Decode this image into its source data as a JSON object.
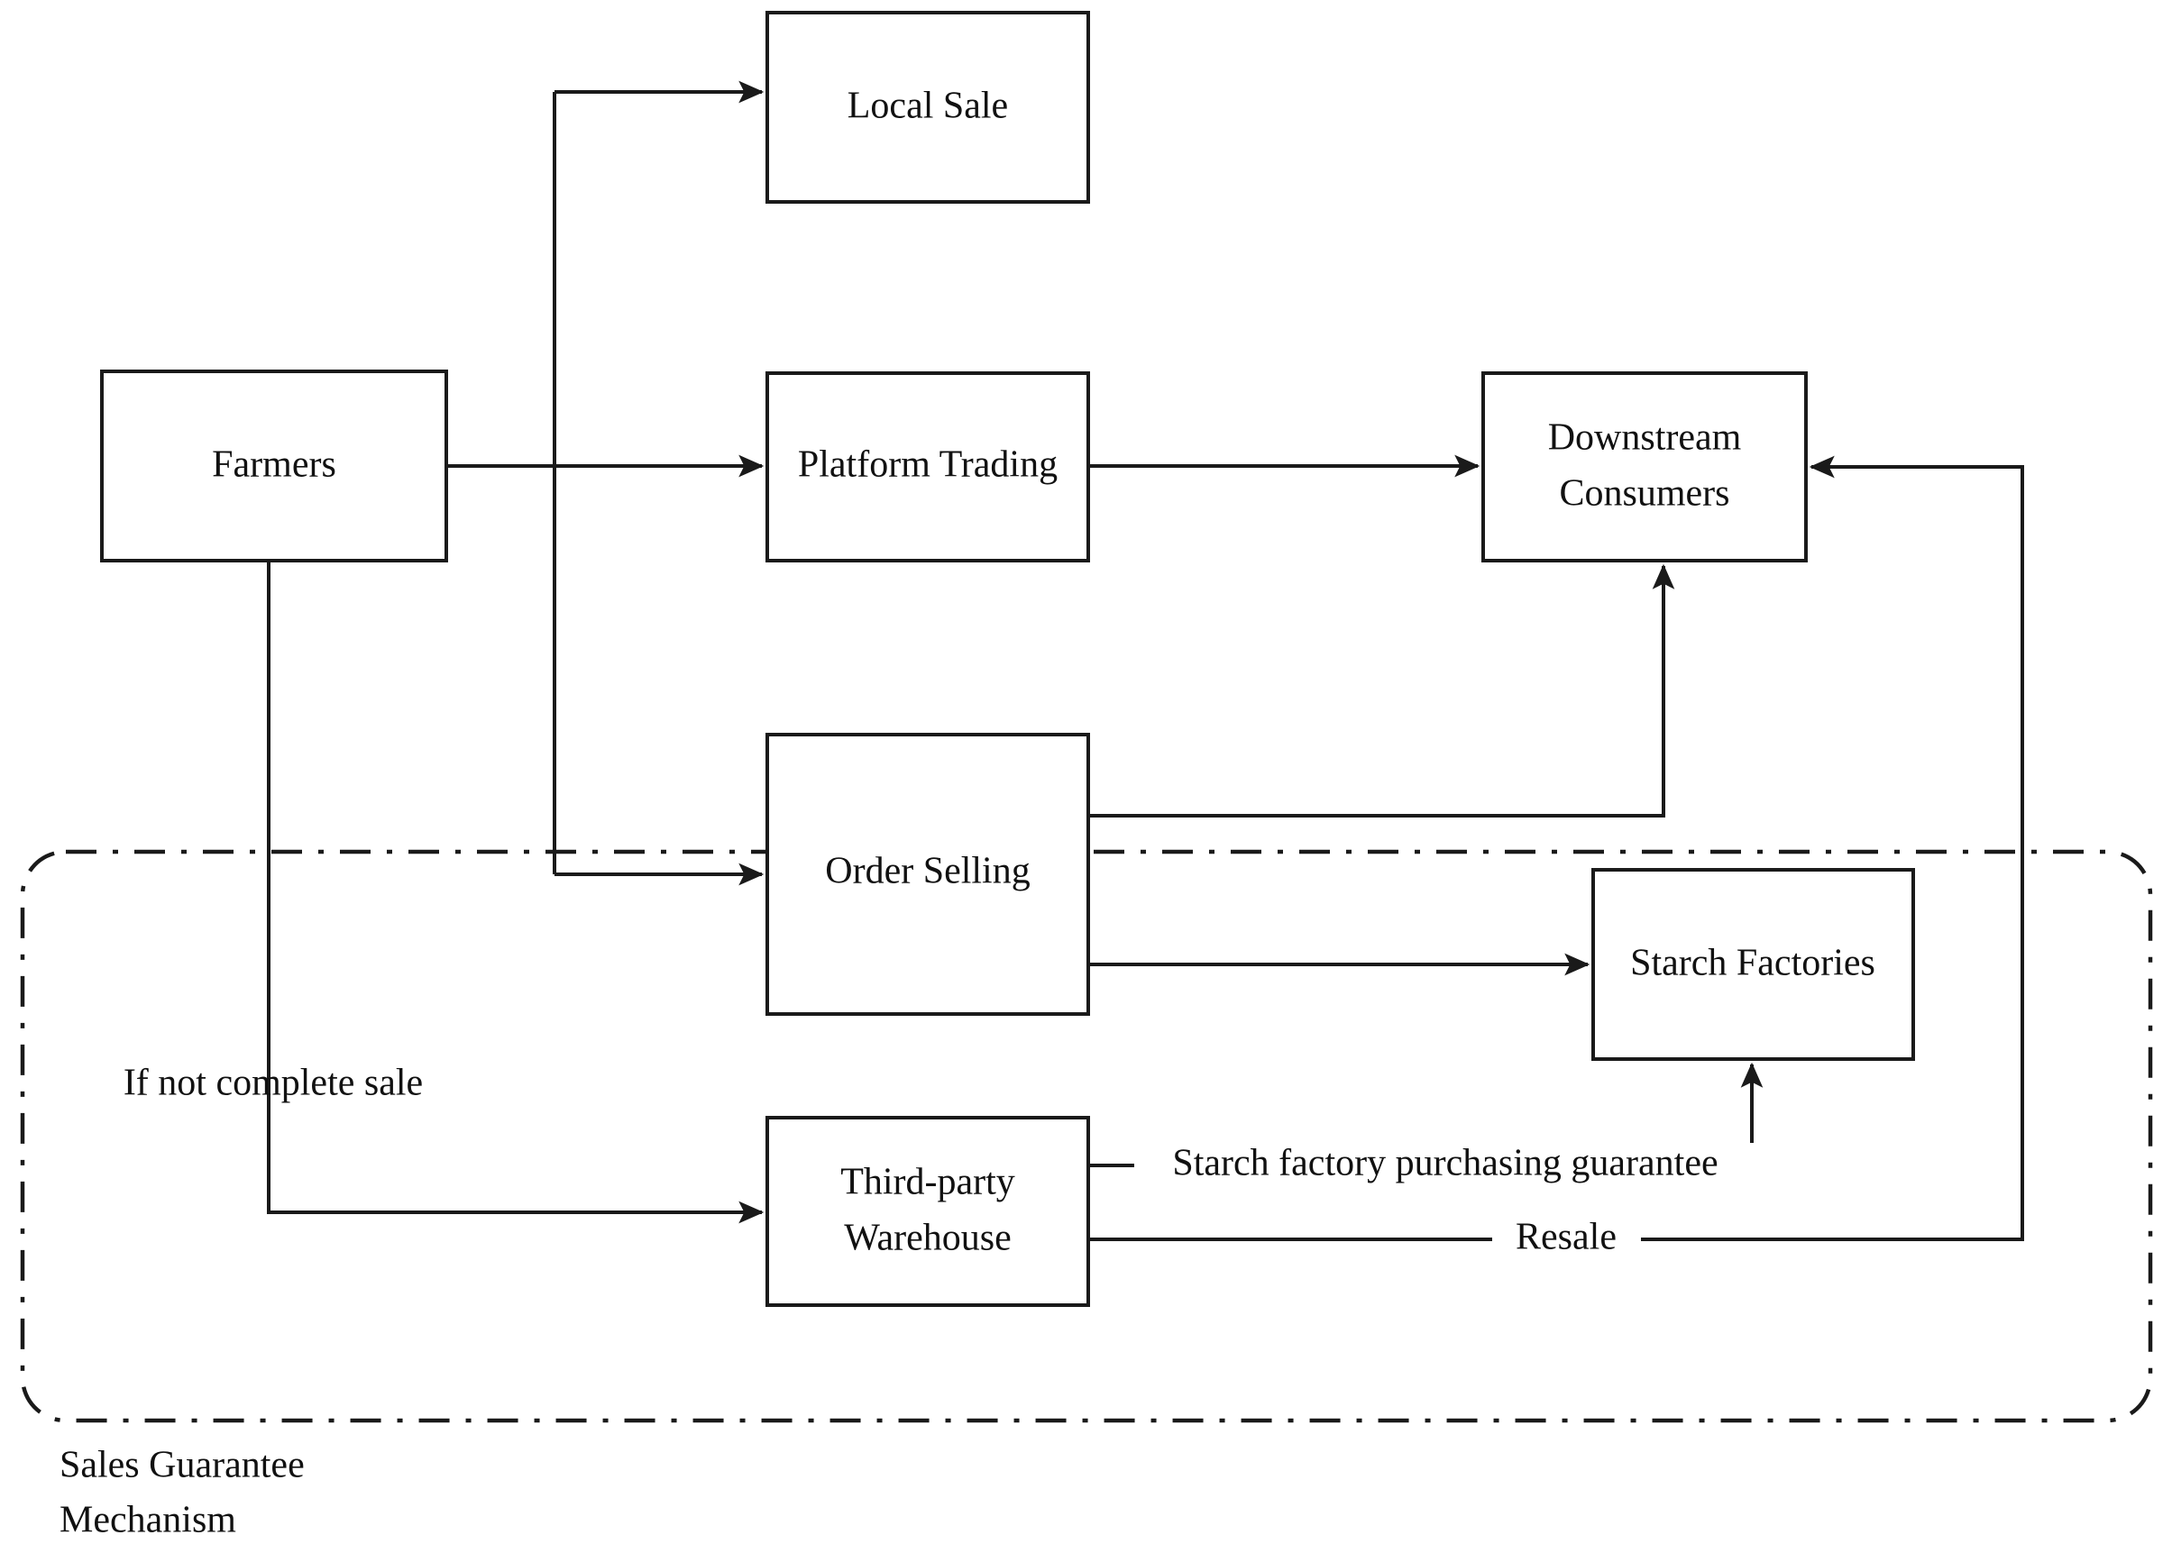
{
  "diagram": {
    "type": "flowchart",
    "title_caption": [
      "Sales Guarantee",
      "Mechanism"
    ],
    "nodes": [
      {
        "id": "farmers",
        "label": "Farmers",
        "lines": [
          "Farmers"
        ]
      },
      {
        "id": "local_sale",
        "label": "Local Sale",
        "lines": [
          "Local Sale"
        ]
      },
      {
        "id": "platform_trading",
        "label": "Platform Trading",
        "lines": [
          "Platform Trading"
        ]
      },
      {
        "id": "downstream_consumers",
        "label": "Downstream Consumers",
        "lines": [
          "Downstream",
          "Consumers"
        ]
      },
      {
        "id": "order_selling",
        "label": "Order Selling",
        "lines": [
          "Order Selling"
        ]
      },
      {
        "id": "third_party_warehouse",
        "label": "Third-party Warehouse",
        "lines": [
          "Third-party",
          "Warehouse"
        ]
      },
      {
        "id": "starch_factories",
        "label": "Starch Factories",
        "lines": [
          "Starch Factories"
        ]
      }
    ],
    "edge_labels": [
      {
        "id": "if_not_complete_sale",
        "text": "If not complete sale"
      },
      {
        "id": "starch_guarantee",
        "text": "Starch factory purchasing guarantee"
      },
      {
        "id": "resale",
        "text": "Resale"
      }
    ],
    "edges": [
      {
        "from": "farmers",
        "to": "local_sale"
      },
      {
        "from": "farmers",
        "to": "platform_trading"
      },
      {
        "from": "farmers",
        "to": "order_selling"
      },
      {
        "from": "farmers",
        "to": "third_party_warehouse",
        "label": "If not complete sale"
      },
      {
        "from": "platform_trading",
        "to": "downstream_consumers"
      },
      {
        "from": "order_selling",
        "to": "downstream_consumers"
      },
      {
        "from": "order_selling",
        "to": "starch_factories"
      },
      {
        "from": "third_party_warehouse",
        "to": "starch_factories",
        "label": "Starch factory purchasing guarantee"
      },
      {
        "from": "third_party_warehouse",
        "to": "downstream_consumers",
        "label": "Resale"
      }
    ],
    "boundary": {
      "id": "sales_guarantee_mechanism",
      "style": "dash-dot",
      "label": "Sales Guarantee Mechanism"
    },
    "colors": {
      "stroke": "#1a1a1a",
      "fill": "#ffffff",
      "text": "#111111"
    }
  }
}
